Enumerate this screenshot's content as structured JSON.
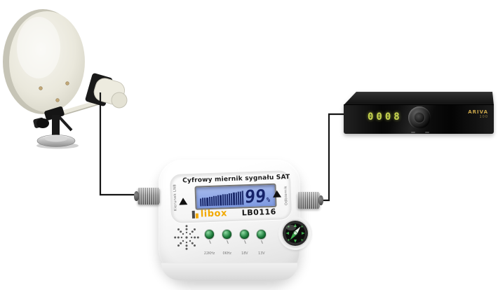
{
  "meter": {
    "title": "Cyfrowy miernik sygnału SAT",
    "brand": "libox",
    "model": "LB0116",
    "lcd": {
      "value": "99",
      "unit": "%",
      "bar_count": 20
    },
    "left_arrow_label": "Kierunek LNB",
    "right_arrow_label": "Odbiornik",
    "led_labels": [
      "22KHz",
      "0KHz",
      "18V",
      "13V"
    ],
    "colors": {
      "lcd_top": "#a6baec",
      "lcd_bottom": "#7e9ae2",
      "lcd_ink": "#1b2a6b",
      "led_green": "#1e7d3c",
      "brand_orange": "#f2a900"
    }
  },
  "receiver": {
    "display_value": "0008",
    "brand": "ARIVA",
    "model": "100",
    "colors": {
      "display_green": "#c6d44e",
      "brand_gold": "#c9a54a"
    }
  },
  "icons": {
    "compass": "compass-icon",
    "speaker": "speaker-grille-icon",
    "arrows": "up-arrow-icon"
  }
}
